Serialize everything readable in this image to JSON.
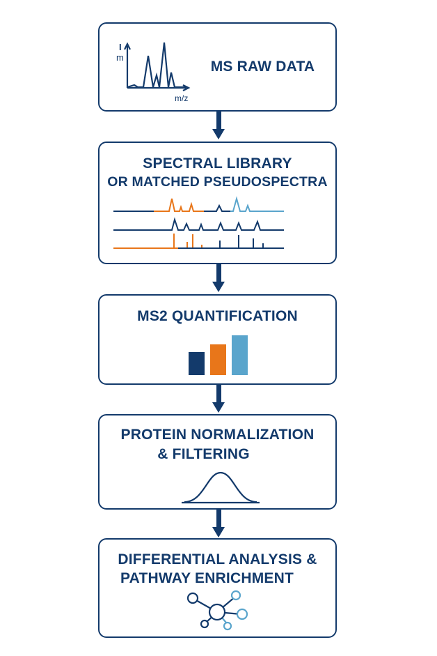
{
  "colors": {
    "navy": "#133a6b",
    "orange": "#e8761a",
    "light_blue": "#5aa5cc"
  },
  "steps": [
    {
      "title": "MS RAW DATA",
      "icon": "mass-spectrum-icon",
      "axis_y": "I",
      "axis_y2": "m",
      "axis_x": "m/z"
    },
    {
      "title_line1": "SPECTRAL LIBRARY",
      "title_line2": "OR MATCHED PSEUDOSPECTRA",
      "icon": "spectra-matching-icon"
    },
    {
      "title": "MS2 QUANTIFICATION",
      "icon": "bar-chart-icon"
    },
    {
      "title_line1": "PROTEIN NORMALIZATION",
      "title_line2": "& FILTERING",
      "icon": "gaussian-curve-icon"
    },
    {
      "title_line1": "DIFFERENTIAL ANALYSIS &",
      "title_line2": "PATHWAY ENRICHMENT",
      "icon": "network-icon"
    }
  ]
}
